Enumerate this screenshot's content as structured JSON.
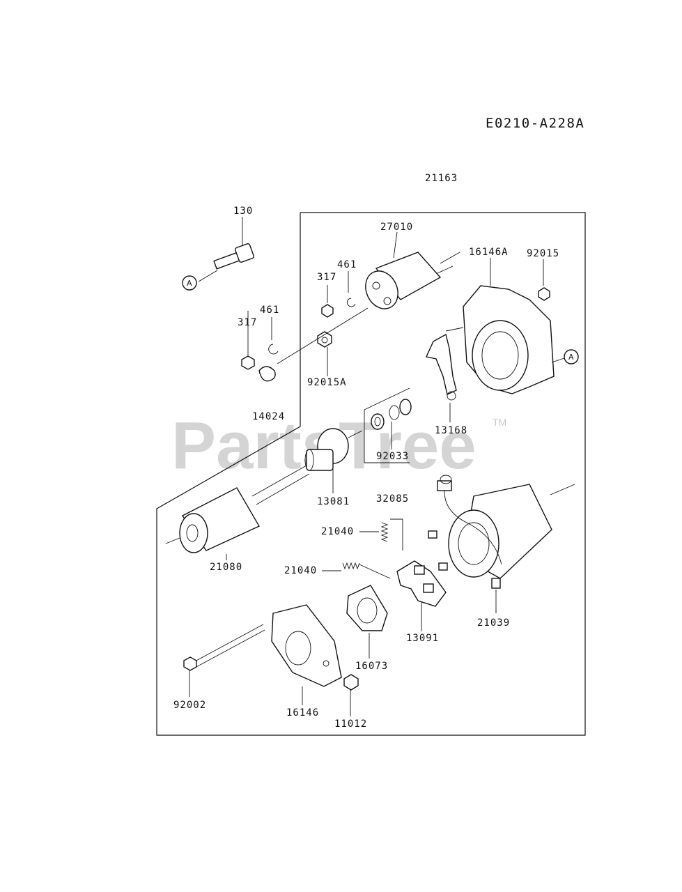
{
  "diagram_code": "E0210-A228A",
  "assembly_number": "21163",
  "watermark": {
    "text": "PartsTree",
    "trademark": "TM"
  },
  "reference_marker": "A",
  "parts": [
    {
      "id": "p130",
      "number": "130"
    },
    {
      "id": "p27010",
      "number": "27010"
    },
    {
      "id": "p16146a",
      "number": "16146A"
    },
    {
      "id": "p92015",
      "number": "92015"
    },
    {
      "id": "p461a",
      "number": "461"
    },
    {
      "id": "p317a",
      "number": "317"
    },
    {
      "id": "p461b",
      "number": "461"
    },
    {
      "id": "p317b",
      "number": "317"
    },
    {
      "id": "p92015a",
      "number": "92015A"
    },
    {
      "id": "p14024",
      "number": "14024"
    },
    {
      "id": "p13168",
      "number": "13168"
    },
    {
      "id": "p92033",
      "number": "92033"
    },
    {
      "id": "p13081",
      "number": "13081"
    },
    {
      "id": "p32085",
      "number": "32085"
    },
    {
      "id": "p21040a",
      "number": "21040"
    },
    {
      "id": "p21080",
      "number": "21080"
    },
    {
      "id": "p21040b",
      "number": "21040"
    },
    {
      "id": "p13091",
      "number": "13091"
    },
    {
      "id": "p21039",
      "number": "21039"
    },
    {
      "id": "p16073",
      "number": "16073"
    },
    {
      "id": "p92002",
      "number": "92002"
    },
    {
      "id": "p16146",
      "number": "16146"
    },
    {
      "id": "p11012",
      "number": "11012"
    }
  ]
}
